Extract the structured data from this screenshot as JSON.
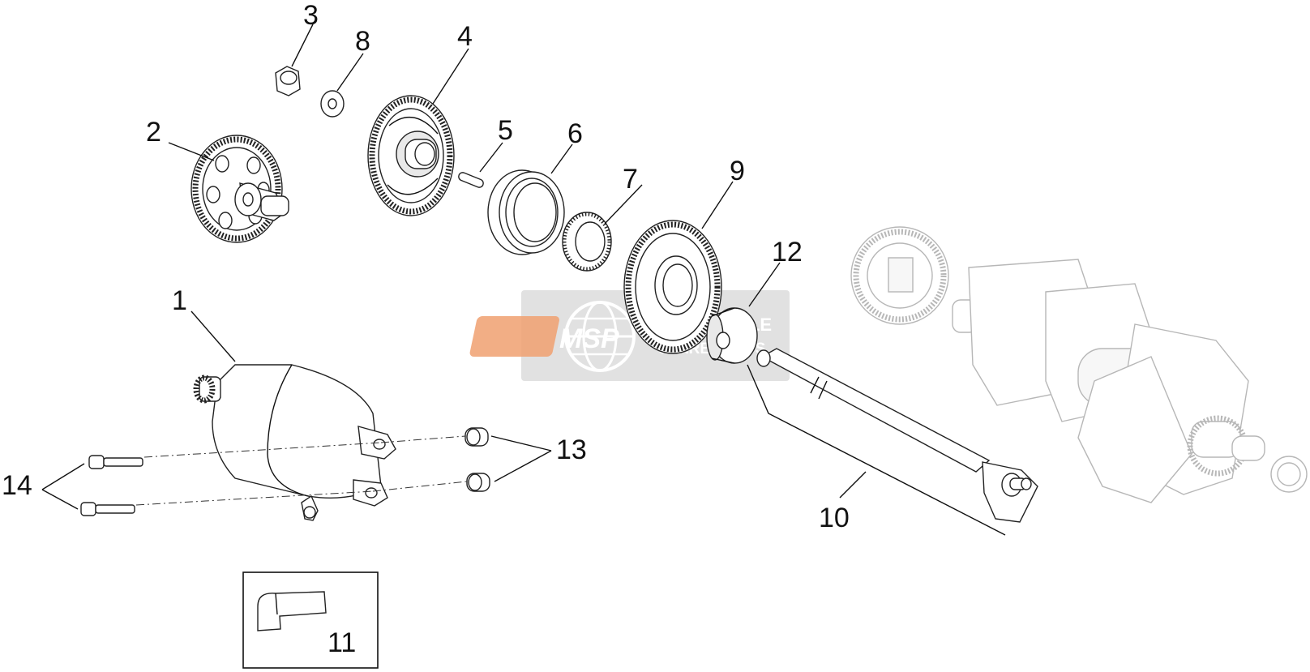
{
  "callouts": {
    "c1": "1",
    "c2": "2",
    "c3": "3",
    "c4": "4",
    "c5": "5",
    "c6": "6",
    "c7": "7",
    "c8": "8",
    "c9": "9",
    "c10": "10",
    "c11": "11",
    "c12": "12",
    "c13": "13",
    "c14": "14"
  },
  "watermark": {
    "logo": "MSP",
    "line1": "MOTORCYCLE",
    "line2": "SPARE PARTS",
    "accent_color": "#f0a070",
    "panel_color": "#dcdcdc"
  },
  "colors": {
    "line": "#111111",
    "background": "#ffffff"
  }
}
